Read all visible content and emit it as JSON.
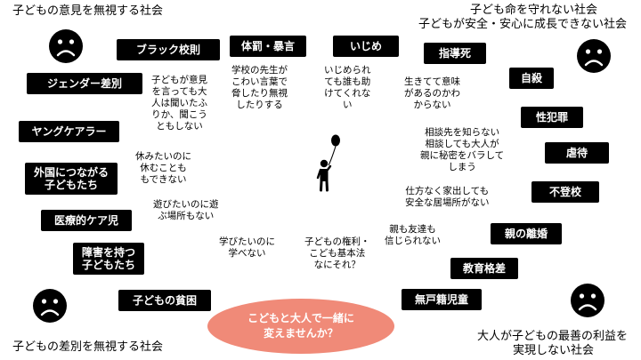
{
  "corners": {
    "top_left": "子どもの意見を無視する社会",
    "top_right_1": "子ども命を守れない社会",
    "top_right_2": "子どもが安全・安心に成長できない社会",
    "bottom_left": "子どもの差別を無視する社会",
    "bottom_right_1": "大人が子どもの最善の利益を",
    "bottom_right_2": "実現しない社会"
  },
  "tags": {
    "black_rules": "ブラック校則",
    "corporal": "体罰・暴言",
    "bullying": "いじめ",
    "guidance_death": "指導死",
    "gender": "ジェンダー差別",
    "suicide": "自殺",
    "young_carer": "ヤングケアラー",
    "sex_crime": "性犯罪",
    "abuse": "虐待",
    "foreign_1": "外国につながる",
    "foreign_2": "子どもたち",
    "truancy": "不登校",
    "medical": "医療的ケア児",
    "divorce": "親の離婚",
    "disability_1": "障害を持つ",
    "disability_2": "子どもたち",
    "edu_gap": "教育格差",
    "poverty": "子どもの貧困",
    "no_register": "無戸籍児童"
  },
  "notes": {
    "opinion": [
      "子どもが意見",
      "を言っても大",
      "人は聞いたふ",
      "りか、聞こう",
      "ともしない"
    ],
    "teacher": [
      "学校の先生が",
      "こわい言葉で",
      "脅したり無視",
      "したりする"
    ],
    "bullied": [
      "いじめられ",
      "ても誰も助",
      "けてくれな",
      "い"
    ],
    "meaning": [
      "生きてて意味",
      "があるのかわ",
      "からない"
    ],
    "consult": [
      "相談先を知らない",
      "相談しても大人が",
      "親に秘密をバラして",
      "しまう"
    ],
    "rest": [
      "休みたいのに",
      "休むことも",
      "もできない"
    ],
    "place": [
      "仕方なく家出しても",
      "安全な居場所がない"
    ],
    "play": [
      "遊びたいのに遊",
      "ぶ場所もない"
    ],
    "trust": [
      "親も友達も",
      "信じられない"
    ],
    "learn": [
      "学びたいのに",
      "学べない"
    ],
    "rights": [
      "子どもの権利・",
      "こども基本法",
      "なにそれ？"
    ]
  },
  "cta": {
    "line1": "こどもと大人で一緒に",
    "line2": "変えませんか？"
  },
  "icons": {
    "face": "sad-face-icon",
    "balloon": "child-with-balloon-icon"
  }
}
